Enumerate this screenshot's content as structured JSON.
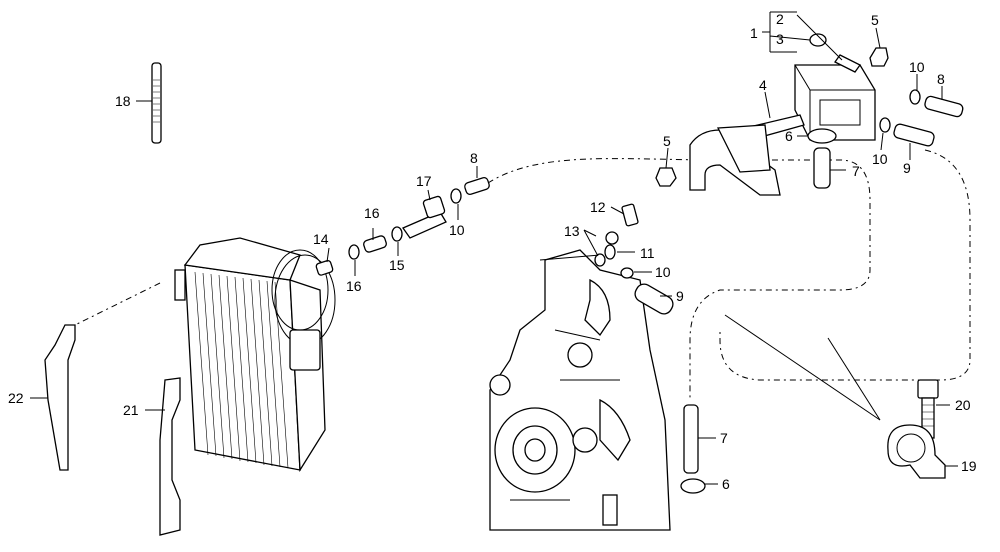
{
  "diagram": {
    "callouts": {
      "c1": "1",
      "c2": "2",
      "c3": "3",
      "c4": "4",
      "c5a": "5",
      "c5b": "5",
      "c6a": "6",
      "c6b": "6",
      "c7a": "7",
      "c7b": "7",
      "c8a": "8",
      "c8b": "8",
      "c9a": "9",
      "c9b": "9",
      "c10a": "10",
      "c10b": "10",
      "c10c": "10",
      "c10d": "10",
      "c11": "11",
      "c12": "12",
      "c13": "13",
      "c14": "14",
      "c15": "15",
      "c16a": "16",
      "c16b": "16",
      "c17": "17",
      "c18": "18",
      "c19": "19",
      "c20": "20",
      "c21": "21",
      "c22": "22"
    }
  }
}
